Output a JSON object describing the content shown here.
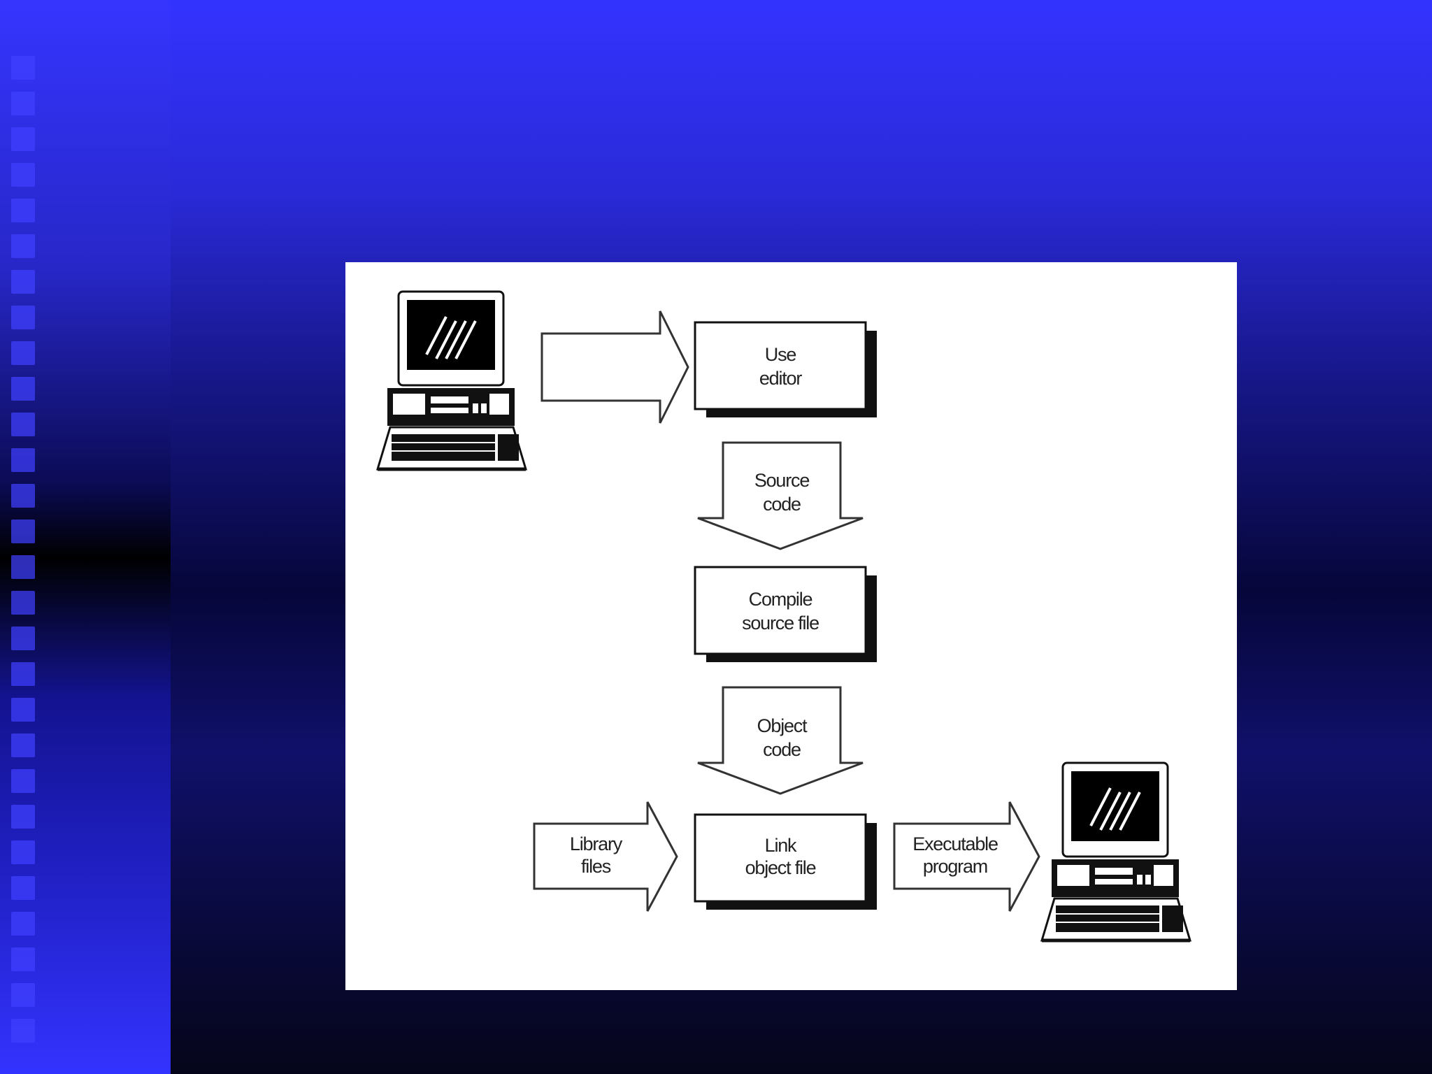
{
  "diagram": {
    "steps": {
      "editor": [
        "Use",
        "editor"
      ],
      "source": [
        "Source",
        "code"
      ],
      "compile": [
        "Compile",
        "source file"
      ],
      "object": [
        "Object",
        "code"
      ],
      "link": [
        "Link",
        "object file"
      ],
      "library": [
        "Library",
        "files"
      ],
      "executable": [
        "Executable",
        "program"
      ]
    },
    "icons": [
      "computer-icon",
      "computer-icon"
    ]
  },
  "colors": {
    "background_top": "#3333ff",
    "background_dark": "#000000",
    "panel": "#ffffff",
    "stroke": "#111111"
  }
}
